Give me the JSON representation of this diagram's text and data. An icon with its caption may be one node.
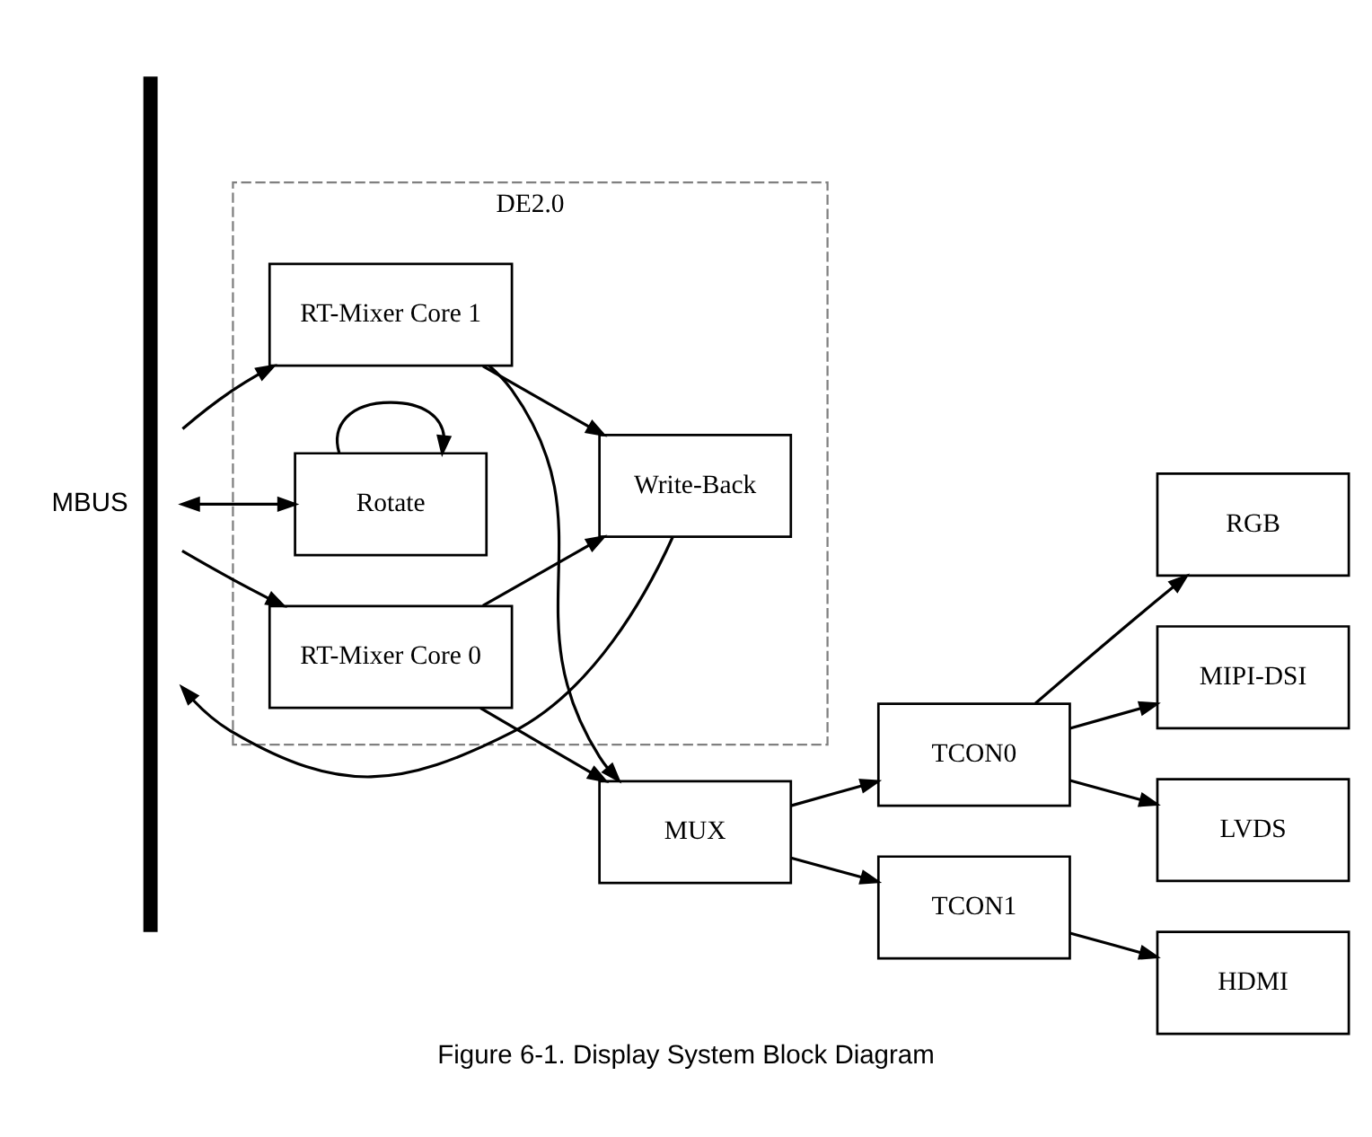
{
  "diagram": {
    "caption": "Figure 6-1. Display System Block Diagram",
    "nodes": [
      {
        "text": [
          "MBUS"
        ]
      },
      {
        "text": [
          "DE2.0"
        ]
      },
      {
        "text": [
          "RT-Mixer Core 0"
        ],
        "in": 1
      },
      {
        "text": [
          "RT-Mixer Core 1"
        ],
        "in": 1
      },
      {
        "text": [
          "Write-Back"
        ],
        "in": 1
      },
      {
        "text": [
          "Rotate"
        ],
        "in": 1
      },
      {
        "text": [
          "MUX"
        ]
      },
      {
        "text": [
          "TCON0"
        ]
      },
      {
        "text": [
          "TCON1"
        ]
      },
      {
        "text": [
          "LVDS"
        ]
      },
      {
        "text": [
          "RGB"
        ]
      },
      {
        "text": [
          "MIPI-DSI"
        ]
      },
      {
        "text": [
          "HDMI"
        ]
      }
    ],
    "edges": [
      {
        "from": 0,
        "to": 2,
        "arrow": "to"
      },
      {
        "from": 0,
        "to": 3,
        "arrow": "to"
      },
      {
        "from": 2,
        "to": 6,
        "arrow": "to"
      },
      {
        "from": 3,
        "to": 6,
        "arrow": "to"
      },
      {
        "from": 2,
        "to": 4,
        "arrow": "to"
      },
      {
        "from": 3,
        "to": 4,
        "arrow": "to"
      },
      {
        "from": 4,
        "to": 0,
        "arrow": "to"
      },
      {
        "from": 0,
        "to": 5,
        "arrow": "both"
      },
      {
        "from": 5,
        "to": 5,
        "arrow": "to"
      },
      {
        "from": 6,
        "to": 7,
        "arrow": "to"
      },
      {
        "from": 6,
        "to": 8,
        "arrow": "to"
      },
      {
        "from": 7,
        "to": 9,
        "arrow": "to"
      },
      {
        "from": 7,
        "to": 10,
        "arrow": "to"
      },
      {
        "from": 7,
        "to": 11,
        "arrow": "to"
      },
      {
        "from": 8,
        "to": 12,
        "arrow": "to"
      }
    ]
  }
}
